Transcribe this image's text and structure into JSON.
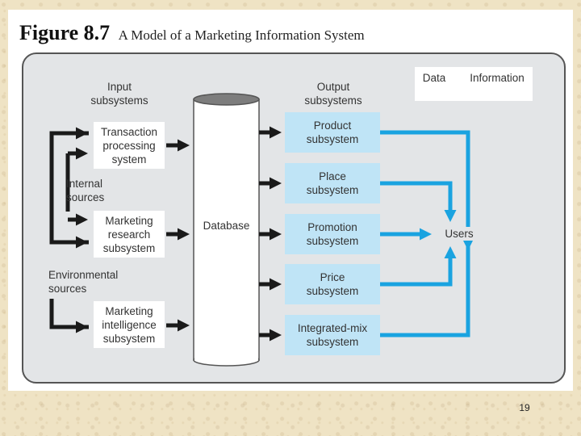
{
  "figure": {
    "number": "Figure 8.7",
    "caption": "A Model of a Marketing Information System"
  },
  "diagram": {
    "input_header": "Input\nsubsystems",
    "output_header": "Output\nsubsystems",
    "database_label": "Database",
    "internal_sources": "Internal\nsources",
    "environmental_sources": "Environmental\nsources",
    "users_label": "Users",
    "input_boxes": [
      "Transaction\nprocessing\nsystem",
      "Marketing\nresearch\nsubsystem",
      "Marketing\nintelligence\nsubsystem"
    ],
    "output_boxes": [
      "Product\nsubsystem",
      "Place\nsubsystem",
      "Promotion\nsubsystem",
      "Price\nsubsystem",
      "Integrated-mix\nsubsystem"
    ],
    "legend": {
      "data": "Data",
      "information": "Information"
    },
    "colors": {
      "data_arrow": "#1a1a1a",
      "information_arrow": "#1aa3e0",
      "output_box": "#bfe4f6"
    }
  },
  "footer": {
    "page_number": "19"
  }
}
